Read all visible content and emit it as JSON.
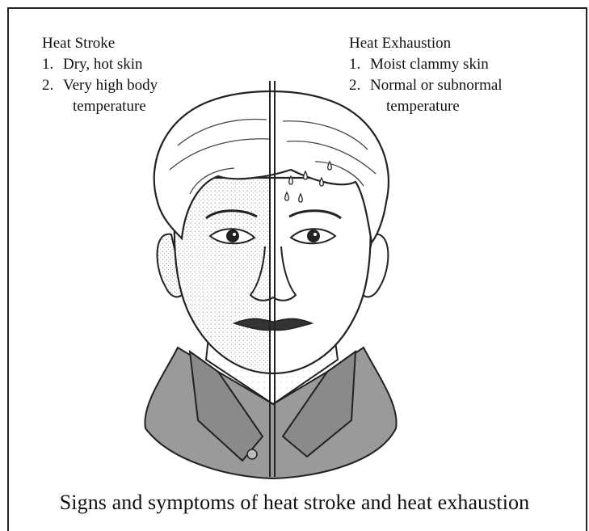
{
  "heat_stroke": {
    "title": "Heat Stroke",
    "items": [
      {
        "num": "1.",
        "text": "Dry, hot skin"
      },
      {
        "num": "2.",
        "text": "Very high body",
        "cont": "temperature"
      }
    ]
  },
  "heat_exhaustion": {
    "title": "Heat Exhaustion",
    "items": [
      {
        "num": "1.",
        "text": "Moist clammy skin"
      },
      {
        "num": "2.",
        "text": "Normal or subnormal",
        "cont": "temperature"
      }
    ]
  },
  "caption": "Signs and symptoms of heat stroke and heat exhaustion",
  "colors": {
    "line": "#222222",
    "shirt": "#9a9a9a",
    "skin_shade": "#d6d6d6"
  }
}
